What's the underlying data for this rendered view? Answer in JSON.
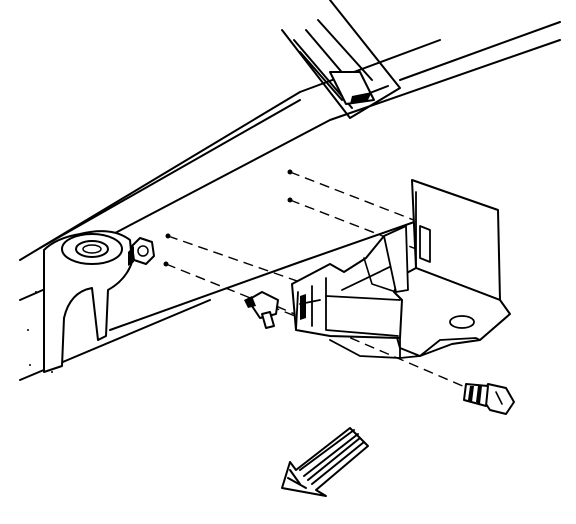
{
  "diagram": {
    "type": "exploded-assembly-line-drawing",
    "colors": {
      "ink": "#000000",
      "paper": "#ffffff"
    },
    "parts": [
      "frame-rail",
      "crossmember",
      "body-mount-boss",
      "nut",
      "mounting-bracket",
      "bolt",
      "push-pin",
      "front-direction-arrow"
    ],
    "icons": {
      "direction": "arrow-down-left-icon"
    }
  }
}
